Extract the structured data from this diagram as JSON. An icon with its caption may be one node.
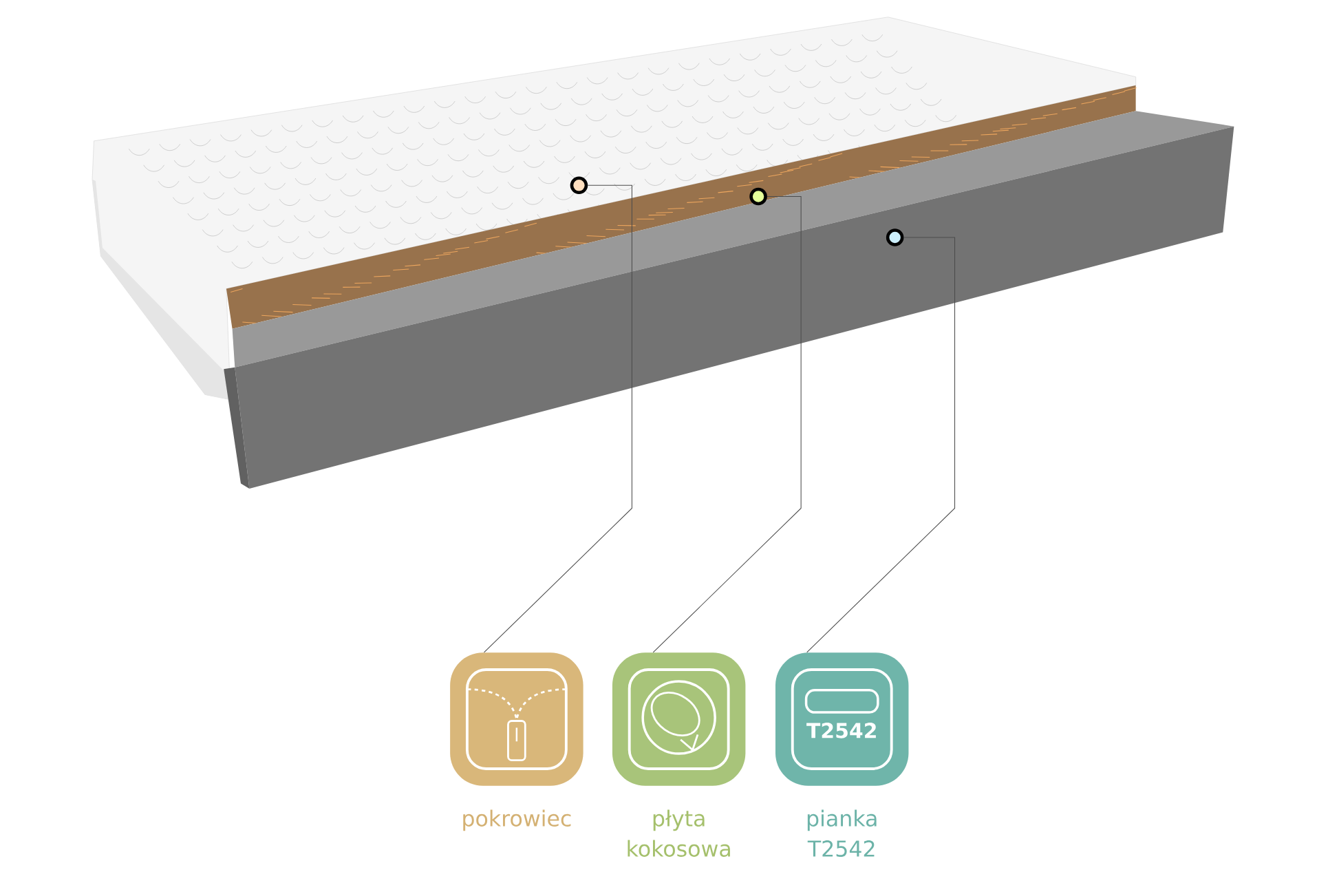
{
  "diagram": {
    "nodes": [
      {
        "text": [],
        "shape": "circle"
      },
      {
        "text": [],
        "shape": "circle"
      },
      {
        "text": [],
        "shape": "circle"
      },
      {
        "text": [
          "pokrowiec"
        ]
      },
      {
        "text": [
          "płyta kokosowa"
        ]
      },
      {
        "text": [
          "T2542",
          "pianka T2542"
        ]
      }
    ],
    "edges": [
      {
        "from": 0,
        "to": 3,
        "arrow": "none"
      },
      {
        "from": 1,
        "to": 4,
        "arrow": "none"
      },
      {
        "from": 2,
        "to": 5,
        "arrow": "none"
      }
    ]
  }
}
